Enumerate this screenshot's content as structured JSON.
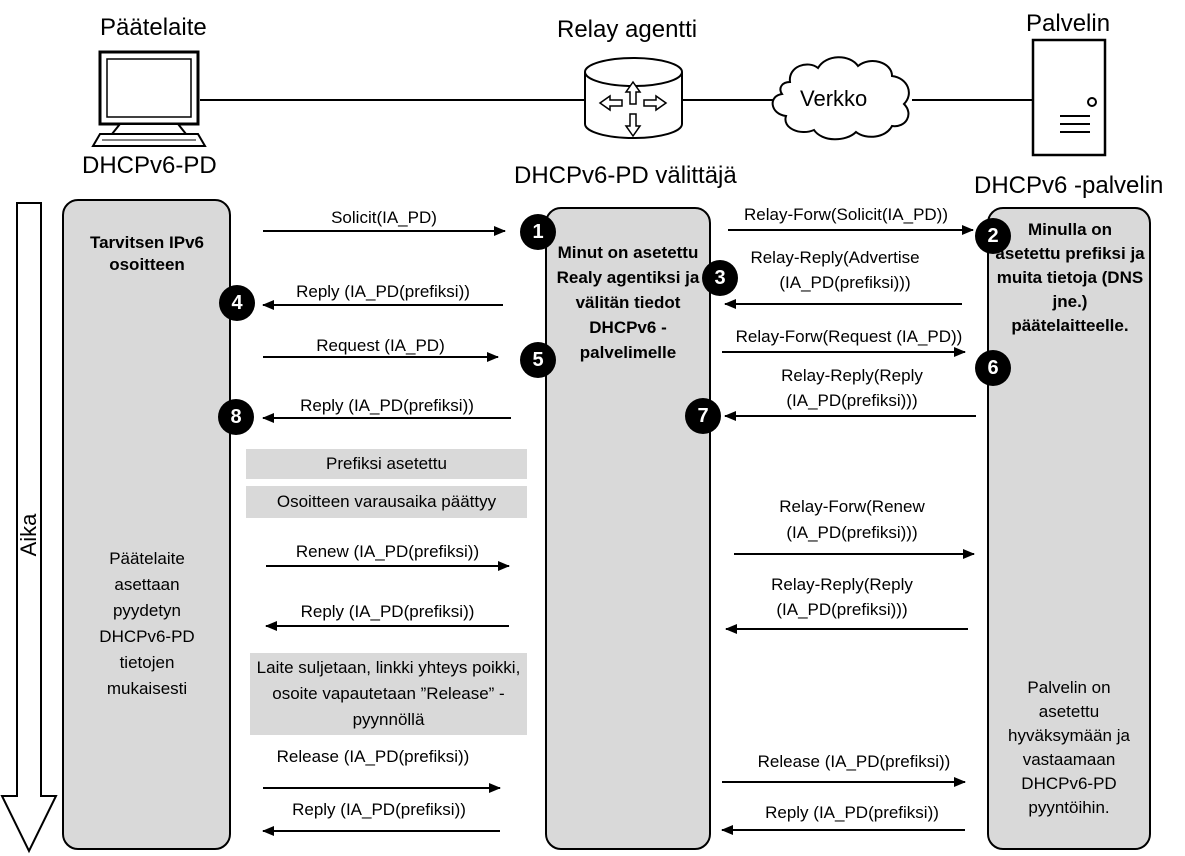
{
  "header": {
    "client_title": "Päätelaite",
    "client_caption": "DHCPv6-PD",
    "relay_title": "Relay agentti",
    "relay_caption": "DHCPv6-PD välittäjä",
    "network_label": "Verkko",
    "server_title": "Palvelin",
    "server_caption": "DHCPv6 -palvelin"
  },
  "timeline_label": "Aika",
  "columns": {
    "client_top": "Tarvitsen IPv6 osoitteen",
    "client_bottom": "Päätelaite asettaan pyydetyn DHCPv6-PD tietojen mukaisesti",
    "relay_top": "Minut on asetettu Realy agentiksi ja välitän tiedot DHCPv6 -palvelimelle",
    "server_top": "Minulla on asetettu prefiksi ja muita tietoja (DNS jne.) päätelaitteelle.",
    "server_bottom": "Palvelin on asetettu hyväksymään ja vastaamaan DHCPv6-PD pyyntöihin."
  },
  "messages": {
    "solicit": "Solicit(IA_PD)",
    "reply4": "Reply (IA_PD(prefiksi))",
    "request": "Request (IA_PD)",
    "reply8": "Reply (IA_PD(prefiksi))",
    "relay_forw_solicit": "Relay-Forw(Solicit(IA_PD))",
    "relay_reply_adv_1": "Relay-Reply(Advertise",
    "relay_reply_adv_2": "(IA_PD(prefiksi)))",
    "relay_forw_request": "Relay-Forw(Request (IA_PD))",
    "relay_reply_1": "Relay-Reply(Reply",
    "relay_reply_2": "(IA_PD(prefiksi)))",
    "renew": "Renew (IA_PD(prefiksi))",
    "reply_renew": "Reply (IA_PD(prefiksi))",
    "relay_forw_renew_1": "Relay-Forw(Renew",
    "relay_forw_renew_2": "(IA_PD(prefiksi)))",
    "relay_reply_renew_1": "Relay-Reply(Reply",
    "relay_reply_renew_2": "(IA_PD(prefiksi)))",
    "release": "Release (IA_PD(prefiksi))",
    "reply_release": "Reply (IA_PD(prefiksi))",
    "release_server": "Release (IA_PD(prefiksi))",
    "reply_server": "Reply (IA_PD(prefiksi))"
  },
  "notes": {
    "prefix_set": "Prefiksi asetettu",
    "lease_ends": "Osoitteen varausaika päättyy",
    "shutdown": "Laite suljetaan, linkki yhteys poikki, osoite vapautetaan ”Release” -pyynnöllä"
  },
  "steps": [
    "1",
    "2",
    "3",
    "4",
    "5",
    "6",
    "7",
    "8"
  ]
}
